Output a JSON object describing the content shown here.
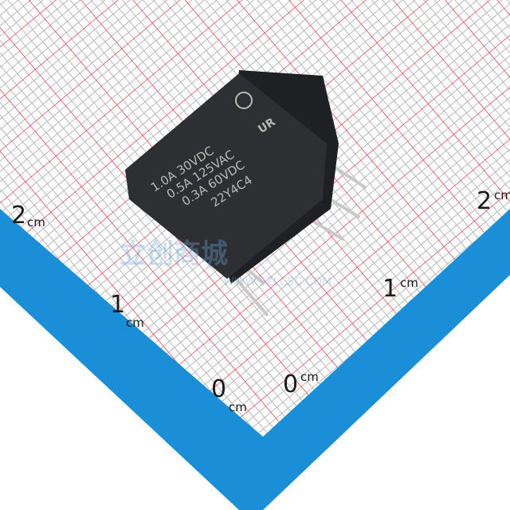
{
  "photo": {
    "subject": "relay",
    "markings": [
      "1.0A 30VDC",
      "0.5A 125VAC",
      "0.3A 60VDC",
      "22Y4C4"
    ],
    "body_color": "#2b2c2f",
    "grid_minor_color": "#b8b8b8",
    "grid_major_color": "#e8434f",
    "band_color": "#1a8fd8"
  },
  "rulers": {
    "left": [
      {
        "value": "2",
        "unit": "cm"
      },
      {
        "value": "1",
        "unit": "cm"
      },
      {
        "value": "0",
        "unit": "cm"
      }
    ],
    "right": [
      {
        "value": "2",
        "unit": "cm"
      },
      {
        "value": "1",
        "unit": "cm"
      },
      {
        "value": "0",
        "unit": "cm"
      }
    ]
  },
  "watermark": {
    "text": "立创商城",
    "url": "WWW.SZLCSC.COM"
  }
}
